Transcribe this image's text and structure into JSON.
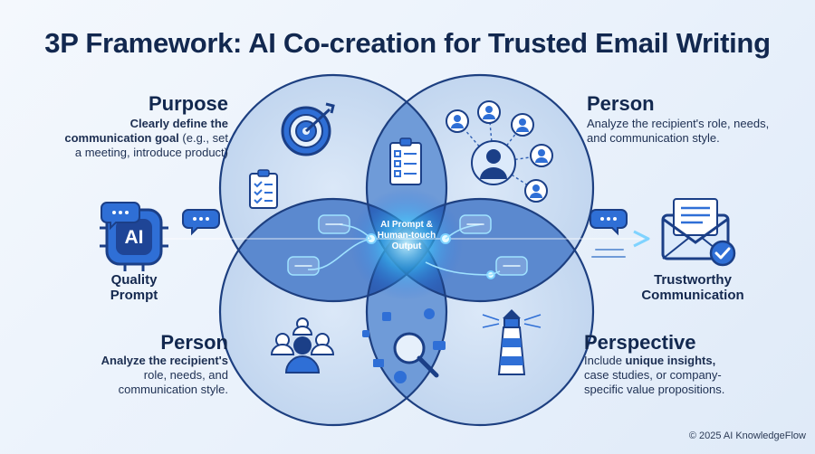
{
  "title": "3P Framework: AI Co-creation for Trusted Email Writing",
  "purpose": {
    "title": "Purpose",
    "desc_bold": "Clearly define the communication goal",
    "desc_rest": " (e.g., set a meeting, introduce product)"
  },
  "person_top": {
    "title": "Person",
    "desc": "Analyze the recipient's role, needs, and communication style."
  },
  "person_bottom": {
    "title": "Person",
    "desc_bold": "Analyze the recipient's",
    "desc_rest": " role, needs, and communication style."
  },
  "perspective": {
    "title": "Perspective",
    "desc_pre": "Include ",
    "desc_bold": "unique insights,",
    "desc_rest": " case studies, or company-specific value propositions."
  },
  "left": {
    "badge": "AI",
    "label": "Quality Prompt"
  },
  "right": {
    "label": "Trustworthy Communication"
  },
  "center": {
    "label": "AI Prompt & Human-touch Output"
  },
  "copyright": "© 2025 AI KnowledgeFlow",
  "colors": {
    "accent": "#2f6fd6",
    "dark_navy": "#12284f",
    "circle_fill": "#c7d9f1",
    "circle_stroke": "#1d3f80",
    "glow": "#7fd3ff"
  },
  "icons": [
    "target-icon",
    "clipboard-icon",
    "checklist-icon",
    "network-people-icon",
    "chat-bubble-icon",
    "ai-chip-icon",
    "envelope-check-icon",
    "team-people-icon",
    "magnifier-icon",
    "lighthouse-icon"
  ]
}
